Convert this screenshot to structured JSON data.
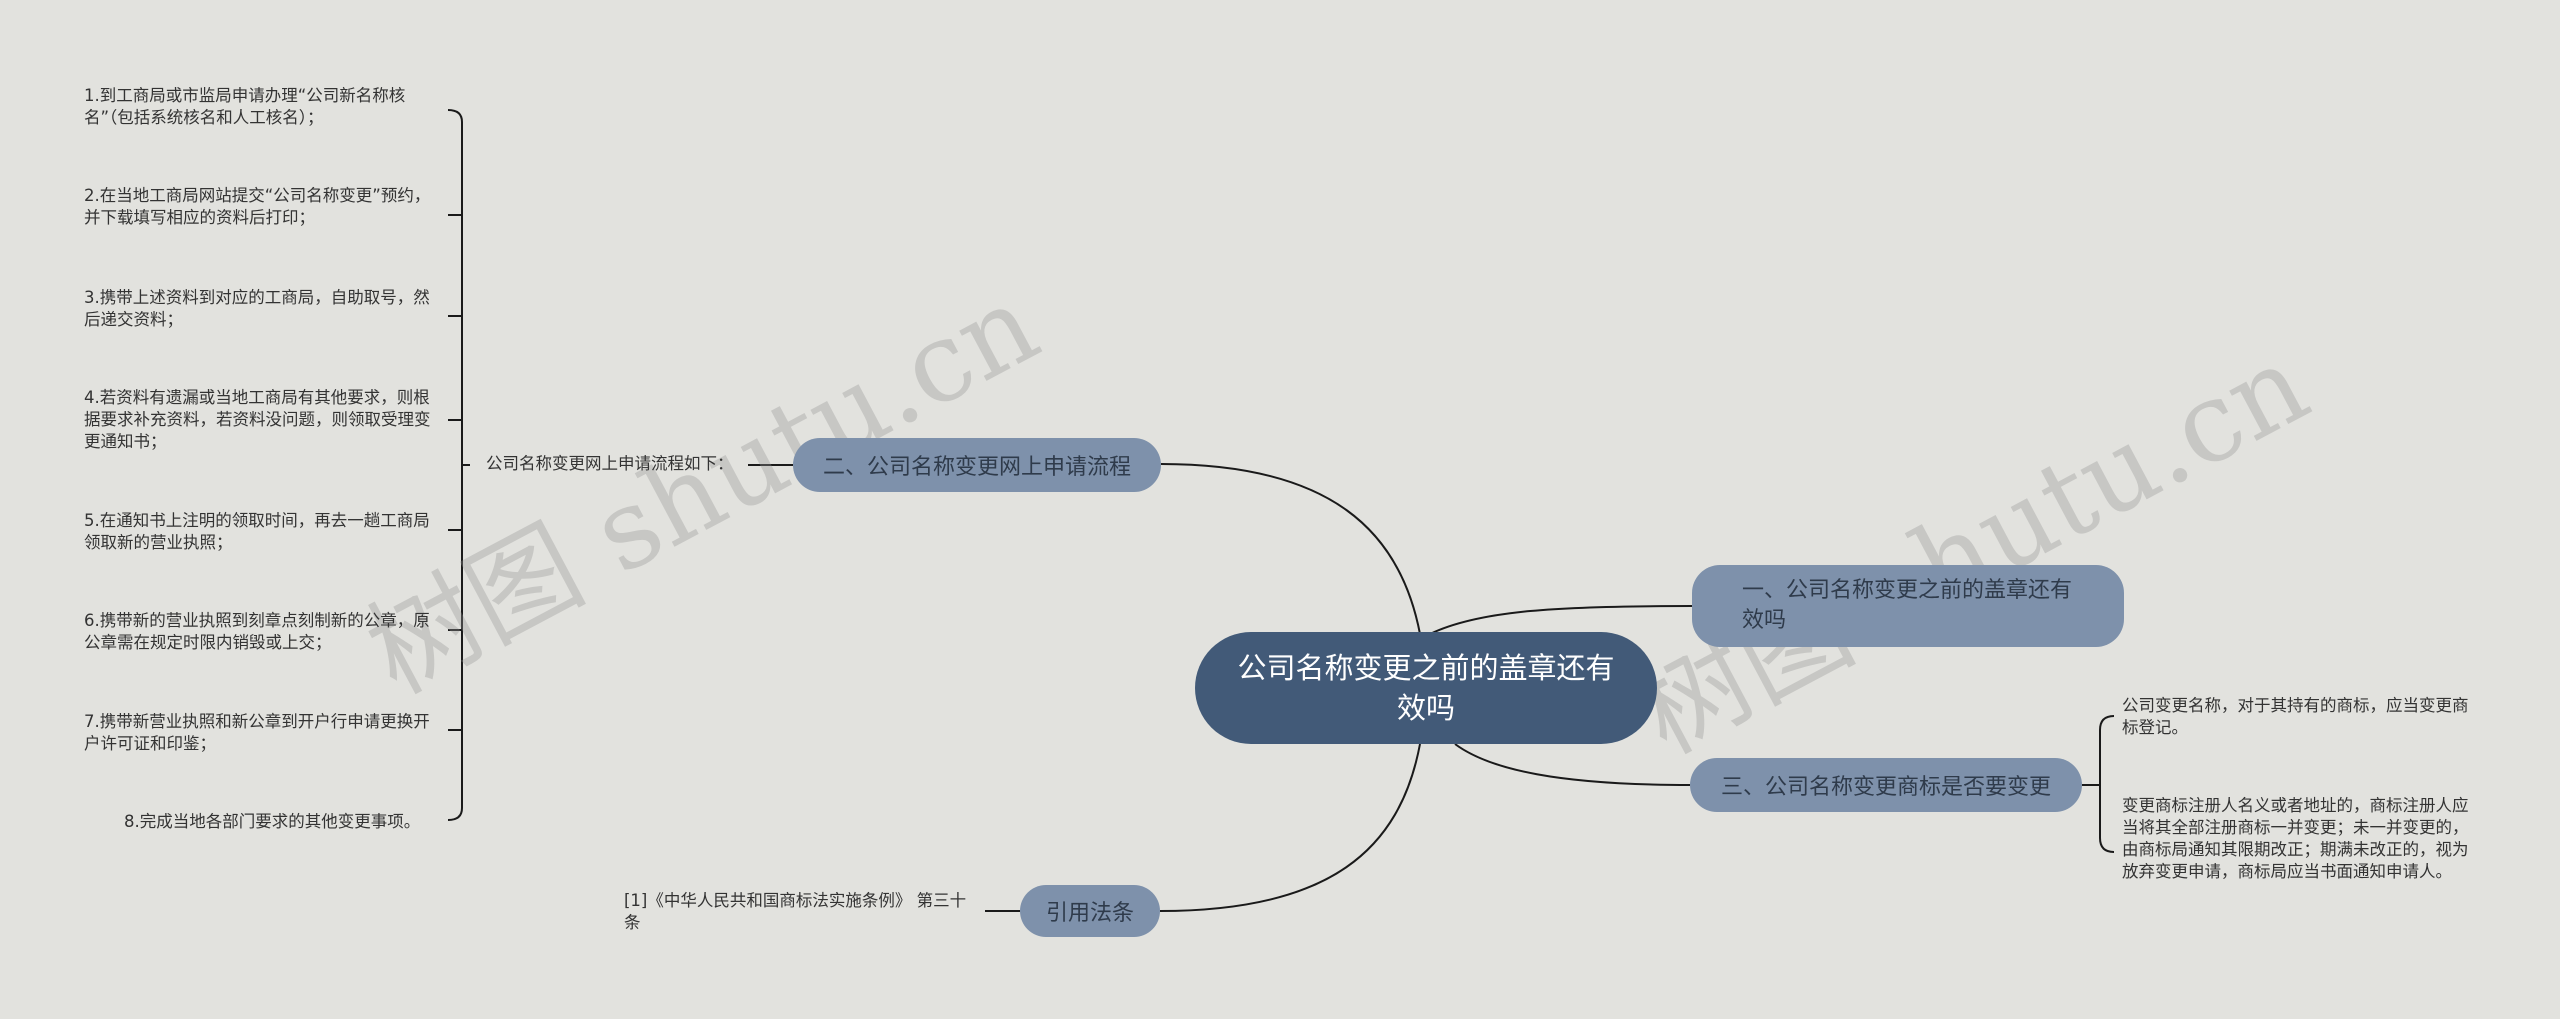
{
  "root": {
    "label": "公司名称变更之前的盖章还有效吗"
  },
  "branches": [
    {
      "label": "二、公司名称变更网上申请流程"
    },
    {
      "label": "一、公司名称变更之前的盖章还有效吗"
    },
    {
      "label": "三、公司名称变更商标是否要变更"
    },
    {
      "label": "引用法条"
    }
  ],
  "process": {
    "intro": "公司名称变更网上申请流程如下：",
    "steps": [
      "1.到工商局或市监局申请办理“公司新名称核名”（包括系统核名和人工核名）；",
      "2.在当地工商局网站提交“公司名称变更”预约，并下载填写相应的资料后打印；",
      "3.携带上述资料到对应的工商局，自助取号，然后递交资料；",
      "4.若资料有遗漏或当地工商局有其他要求，则根据要求补充资料，若资料没问题，则领取受理变更通知书；",
      "5.在通知书上注明的领取时间，再去一趟工商局领取新的营业执照；",
      "6.携带新的营业执照到刻章点刻制新的公章，原公章需在规定时限内销毁或上交；",
      "7.携带新营业执照和新公章到开户行申请更换开户许可证和印鉴；",
      "8.完成当地各部门要求的其他变更事项。"
    ]
  },
  "trademark": {
    "items": [
      "公司变更名称，对于其持有的商标，应当变更商标登记。",
      "变更商标注册人名义或者地址的，商标注册人应当将其全部注册商标一并变更；未一并变更的，由商标局通知其限期改正；期满未改正的，视为放弃变更申请，商标局应当书面通知申请人。"
    ]
  },
  "law": {
    "citation": "[1]《中华人民共和国商标法实施条例》 第三十条"
  },
  "watermarks": [
    "树图 shutu.cn",
    "树图 shutu.cn"
  ],
  "colors": {
    "background": "#e2e2de",
    "root": "#425a78",
    "branch": "#7e91ab",
    "line": "#1a1a1a"
  }
}
